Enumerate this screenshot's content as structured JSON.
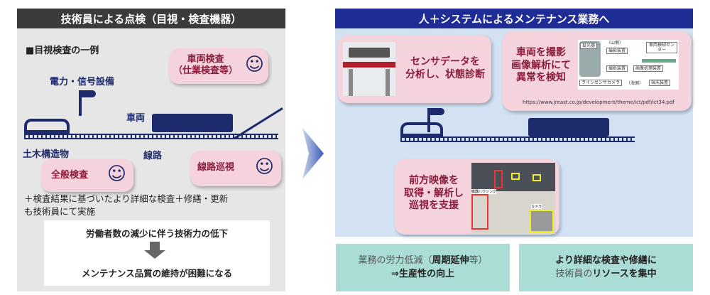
{
  "left": {
    "title": "技術員による点検（目視・検査機器）",
    "subtitle": "■目視検査の一例",
    "power": "電力・信号設備",
    "vehicle": "車両",
    "civil": "土木構造物",
    "track": "線路",
    "bubble_vehicle": [
      "車両検査",
      "（仕業検査等）"
    ],
    "bubble_general": "全般検査",
    "bubble_track": "線路巡視",
    "note": [
      "＋検査結果に基づいたより詳細な検査＋修繕・更新",
      "も技術員にて実施"
    ],
    "problem": "労働者数の減少に伴う技術力の低下",
    "result": "メンテナンス品質の維持が困難になる"
  },
  "right": {
    "title": "人＋システムによるメンテナンス業務へ",
    "bubble_sensor": [
      "センサデータを",
      "分析し、状態診断"
    ],
    "bubble_camera": [
      "車両を撮影",
      "画像解析にて",
      "異常を検知"
    ],
    "url": "https://www.jreast.co.jp/development/theme/ict/pdf/ict34.pdf",
    "diagram": {
      "projector": "投光器",
      "mountain": "（山側）",
      "sea": "（海側）",
      "capture1": "撮影装置",
      "capture2": "撮影装置",
      "center": "車両検知センター",
      "processing": "画像処理装置",
      "terminal": "端末装置",
      "camera": "ラインセンサカメラ"
    },
    "bubble_front": [
      "前方映像を",
      "取得・解析し",
      "巡視を支援"
    ],
    "photo": {
      "housing": "機器ハウジング",
      "camera": "カメラ"
    }
  },
  "bottom": {
    "left": {
      "line1_a": "業務の労力低減（",
      "line1_b": "周期延伸",
      "line1_c": "等）",
      "line2": "⇒生産性の向上"
    },
    "right": {
      "line1": "より詳細な検査や修繕に",
      "line2_a": "技術員の",
      "line2_b": "リソースを集中"
    }
  },
  "colors": {
    "navy": "#1d2a6b",
    "accent_red": "#8c1c3c",
    "bubble": "#f4d3dc",
    "teal": "#a9ddd5",
    "right_header": "#1f2c96"
  }
}
